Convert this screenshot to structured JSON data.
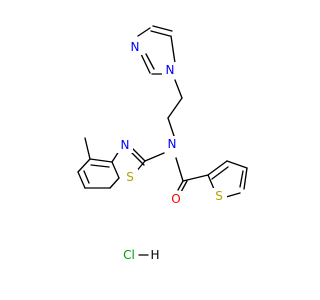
{
  "molecule": {
    "atoms": {
      "n_imidazole": "N",
      "n_imidazole_2": "N",
      "n_amide": "N",
      "n_thiazole": "N",
      "s_thiazole": "S",
      "o_carbonyl": "O",
      "s_thiophene": "S"
    },
    "salt": {
      "cl": "Cl",
      "h": "H"
    },
    "colors": {
      "bond": "#000000",
      "N": "#0000ff",
      "S": "#b8a000",
      "O": "#ff0000",
      "Cl": "#00a000",
      "H": "#000000"
    }
  }
}
